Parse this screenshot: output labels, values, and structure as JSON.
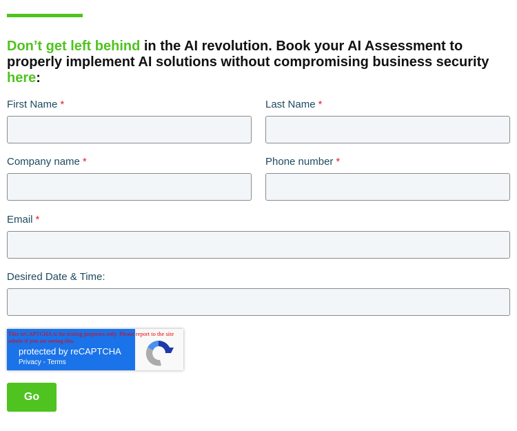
{
  "heading": {
    "highlight": "Don’t get left behind",
    "middle": " in the AI revolution. Book your AI Assessment to properly implement AI solutions without compromising business security ",
    "link": "here",
    "end": ":"
  },
  "fields": [
    {
      "label": "First Name",
      "required": "*"
    },
    {
      "label": "Last Name",
      "required": "*"
    },
    {
      "label": "Company name",
      "required": "*"
    },
    {
      "label": "Phone number",
      "required": "*"
    },
    {
      "label": "Email",
      "required": "*"
    },
    {
      "label": "Desired Date & Time:"
    }
  ],
  "captcha": {
    "protected": "protected by reCAPTCHA",
    "privacy": "Privacy",
    "sep": " - ",
    "terms": "Terms",
    "warning": "This reCAPTCHA is for testing purposes only. Please report to the site admin if you are seeing this."
  },
  "submit_label": "Go"
}
